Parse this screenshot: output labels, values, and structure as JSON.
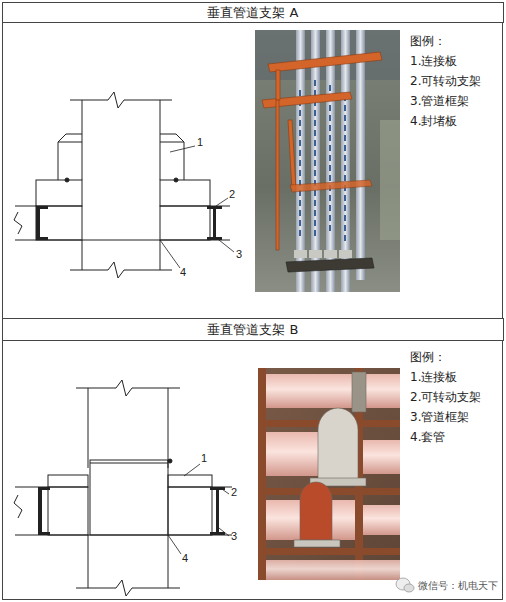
{
  "diagram": {
    "nodes": [
      {
        "text": [
          "垂直管道支架 A"
        ]
      },
      {
        "text": [
          "垂直管道支架 B"
        ]
      }
    ],
    "labels": [
      "图例：",
      "1.连接板",
      "2.可转动支架",
      "3.管道框架",
      "4.封堵板",
      "1",
      "2",
      "3",
      "4",
      "图例：",
      "1.连接板",
      "2.可转动支架",
      "3.管道框架",
      "4.套管",
      "1",
      "2",
      "3",
      "4",
      "微信号：机电天下"
    ]
  }
}
